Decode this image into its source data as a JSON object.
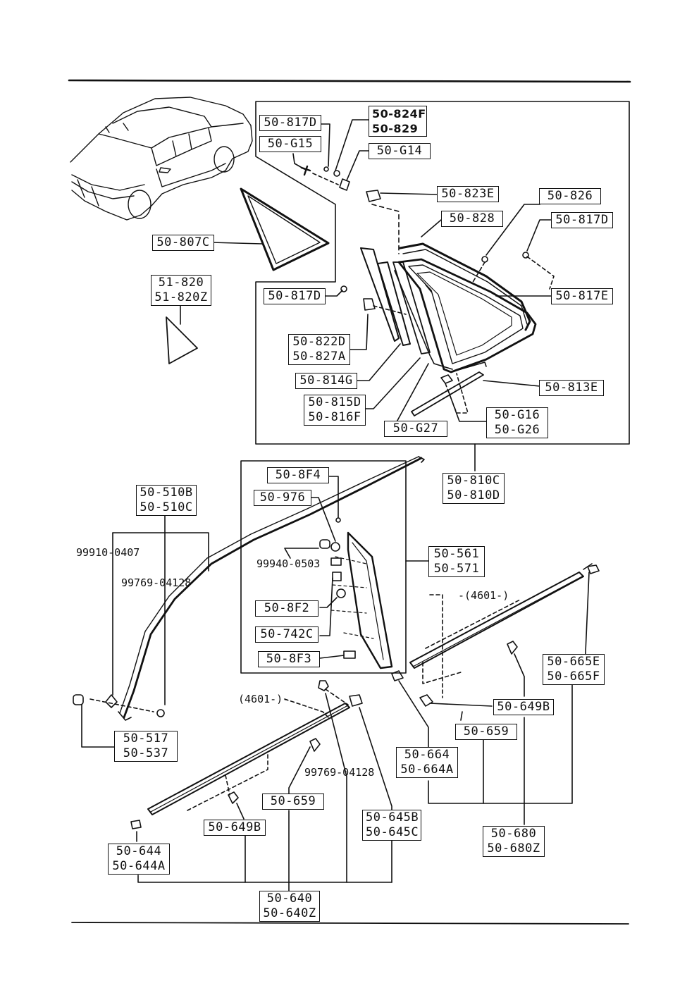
{
  "labels": {
    "l_817d_a": [
      "50-817D"
    ],
    "l_824f": [
      "50-824F",
      "50-829"
    ],
    "l_g15": [
      "50-G15"
    ],
    "l_g14": [
      "50-G14"
    ],
    "l_823e": [
      "50-823E"
    ],
    "l_826": [
      "50-826"
    ],
    "l_828": [
      "50-828"
    ],
    "l_817d_b": [
      "50-817D"
    ],
    "l_807c": [
      "50-807C"
    ],
    "l_51820": [
      "51-820",
      "51-820Z"
    ],
    "l_817d_c": [
      "50-817D"
    ],
    "l_817e": [
      "50-817E"
    ],
    "l_822d": [
      "50-822D",
      "50-827A"
    ],
    "l_814g": [
      "50-814G"
    ],
    "l_813e": [
      "50-813E"
    ],
    "l_815d": [
      "50-815D",
      "50-816F"
    ],
    "l_g16": [
      "50-G16",
      "50-G26"
    ],
    "l_g27": [
      "50-G27"
    ],
    "l_810c": [
      "50-810C",
      "50-810D"
    ],
    "l_8f4": [
      "50-8F4"
    ],
    "l_976": [
      "50-976"
    ],
    "l_510b": [
      "50-510B",
      "50-510C"
    ],
    "l_561": [
      "50-561",
      "50-571"
    ],
    "l_8f2": [
      "50-8F2"
    ],
    "l_742c": [
      "50-742C"
    ],
    "l_8f3": [
      "50-8F3"
    ],
    "l_665e": [
      "50-665E",
      "50-665F"
    ],
    "l_649b_r": [
      "50-649B"
    ],
    "l_659_r": [
      "50-659"
    ],
    "l_517": [
      "50-517",
      "50-537"
    ],
    "l_664": [
      "50-664",
      "50-664A"
    ],
    "l_659_l": [
      "50-659"
    ],
    "l_645b": [
      "50-645B",
      "50-645C"
    ],
    "l_649b_l": [
      "50-649B"
    ],
    "l_680": [
      "50-680",
      "50-680Z"
    ],
    "l_644": [
      "50-644",
      "50-644A"
    ],
    "l_640": [
      "50-640",
      "50-640Z"
    ]
  },
  "plain_text": {
    "p_99910": "99910-0407",
    "p_99769_a": "99769-04128",
    "p_99940": "99940-0503",
    "p_4601_r": "-(4601-)",
    "p_4601_l": "(4601-)-",
    "p_99769_b": "99769-04128"
  }
}
